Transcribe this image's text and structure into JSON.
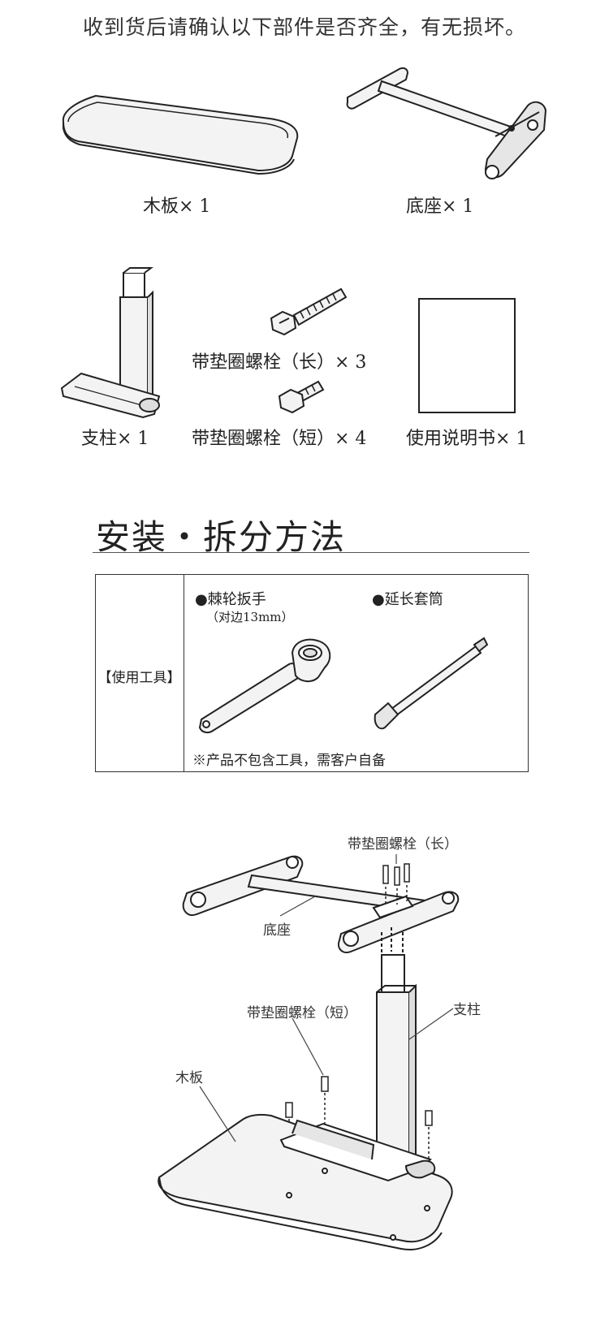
{
  "intro_text": "收到货后请确认以下部件是否齐全，有无损坏。",
  "parts": {
    "board": "木板× 1",
    "base": "底座× 1",
    "column": "支柱× 1",
    "bolt_long": "带垫圈螺栓（长）× 3",
    "bolt_short": "带垫圈螺栓（短）× 4",
    "manual": "使用说明书× 1"
  },
  "section": {
    "title": "安装・拆分方法"
  },
  "tools": {
    "heading": "【使用工具】",
    "ratchet_name": "●棘轮扳手",
    "ratchet_size": "（对边13mm）",
    "extension_name": "●延长套筒",
    "note": "※产品不包含工具，需客户自备"
  },
  "assembly": {
    "label_bolt_long": "带垫圈螺栓（长）",
    "label_base": "底座",
    "label_column": "支柱",
    "label_bolt_short": "带垫圈螺栓（短）",
    "label_board": "木板"
  },
  "colors": {
    "line": "#222222",
    "fill_light": "#f3f3f3",
    "fill_mid": "#d9d9d9"
  }
}
